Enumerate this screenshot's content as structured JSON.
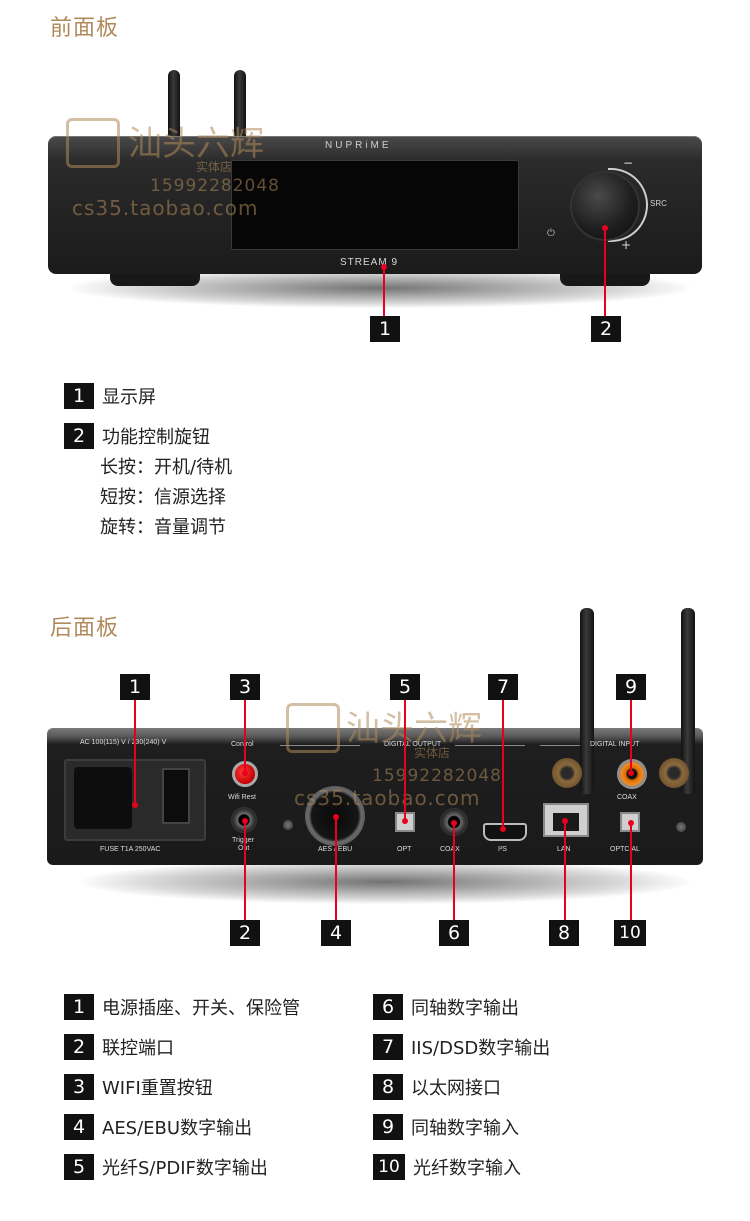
{
  "front": {
    "title": "前面板",
    "brand": "NUPRiME",
    "model": "STREAM 9",
    "knob_label": "SRC",
    "callouts": [
      "1",
      "2"
    ],
    "legend": [
      {
        "num": "1",
        "label": "显示屏"
      },
      {
        "num": "2",
        "label": "功能控制旋钮"
      }
    ],
    "knob_details": [
      "长按：开机/待机",
      "短按：信源选择",
      "旋转：音量调节"
    ]
  },
  "rear": {
    "title": "后面板",
    "panel_labels": {
      "ac": "AC 100(115) V / 230(240) V",
      "fuse": "FUSE T1A 250VAC",
      "control": "Control",
      "wifi_reset": "Wifi Rest",
      "trigger": "Trigger",
      "trigger_out": "Out",
      "digital_output": "DIGITAL OUTPUT",
      "digital_input": "DIGITAL INPUT",
      "aes": "AES / EBU",
      "opt": "OPT",
      "coax_out": "COAX",
      "is": "I²S",
      "lan": "LAN",
      "coax_in": "COAX",
      "optical": "OPTCIAL"
    },
    "callouts": [
      "1",
      "2",
      "3",
      "4",
      "5",
      "6",
      "7",
      "8",
      "9",
      "10"
    ],
    "legend_left": [
      {
        "num": "1",
        "label": "电源插座、开关、保险管"
      },
      {
        "num": "2",
        "label": "联控端口"
      },
      {
        "num": "3",
        "label": "WIFI重置按钮"
      },
      {
        "num": "4",
        "label": "AES/EBU数字输出"
      },
      {
        "num": "5",
        "label": "光纤S/PDIF数字输出"
      }
    ],
    "legend_right": [
      {
        "num": "6",
        "label": "同轴数字输出"
      },
      {
        "num": "7",
        "label": "IIS/DSD数字输出"
      },
      {
        "num": "8",
        "label": "以太网接口"
      },
      {
        "num": "9",
        "label": "同轴数字输入"
      },
      {
        "num": "10",
        "label": "光纤数字输入"
      }
    ]
  },
  "watermark": {
    "name": "汕头六辉",
    "sub": "实体店",
    "phone": "15992282048",
    "url": "cs35.taobao.com"
  },
  "colors": {
    "accent": "#b08a5a",
    "leader": "#e8001e",
    "tag": "#111111"
  }
}
